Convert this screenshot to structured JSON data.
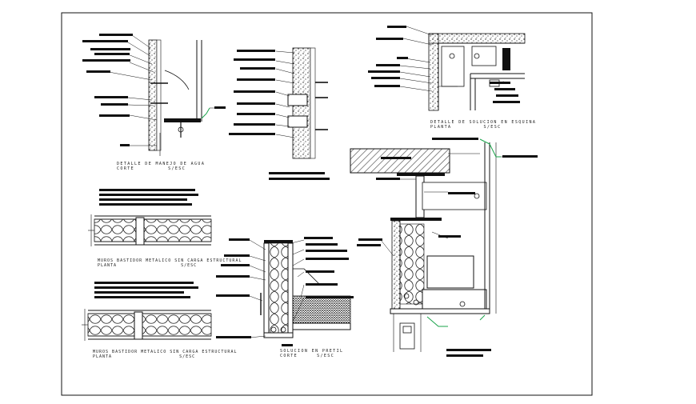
{
  "sheet": {
    "captions": {
      "wet_area": {
        "line1": "DETALLE DE MANEJO DE AGUA",
        "line2": "CORTE",
        "scale": "S/ESC"
      },
      "corner": {
        "line1": "DETALLE DE SOLUCION EN ESQUINA",
        "line2": "PLANTA",
        "scale": "S/ESC"
      },
      "wall_top": {
        "line1": "MUROS BASTIDOR METALICO SIN CARGA ESTRUCTURAL",
        "line2": "PLANTA",
        "scale": "S/ESC"
      },
      "wall_bottom": {
        "line1": "MUROS BASTIDOR METALICO SIN CARGA ESTRUCTURAL",
        "line2": "PLANTA",
        "scale": "S/ESC"
      },
      "profile": {
        "line1": "SOLUCION EN PRETIL",
        "line2": "CORTE",
        "scale": "S/ESC"
      }
    },
    "colors": {
      "ink": "#111111",
      "green": "#19a34a",
      "hatch": "#555555"
    }
  }
}
